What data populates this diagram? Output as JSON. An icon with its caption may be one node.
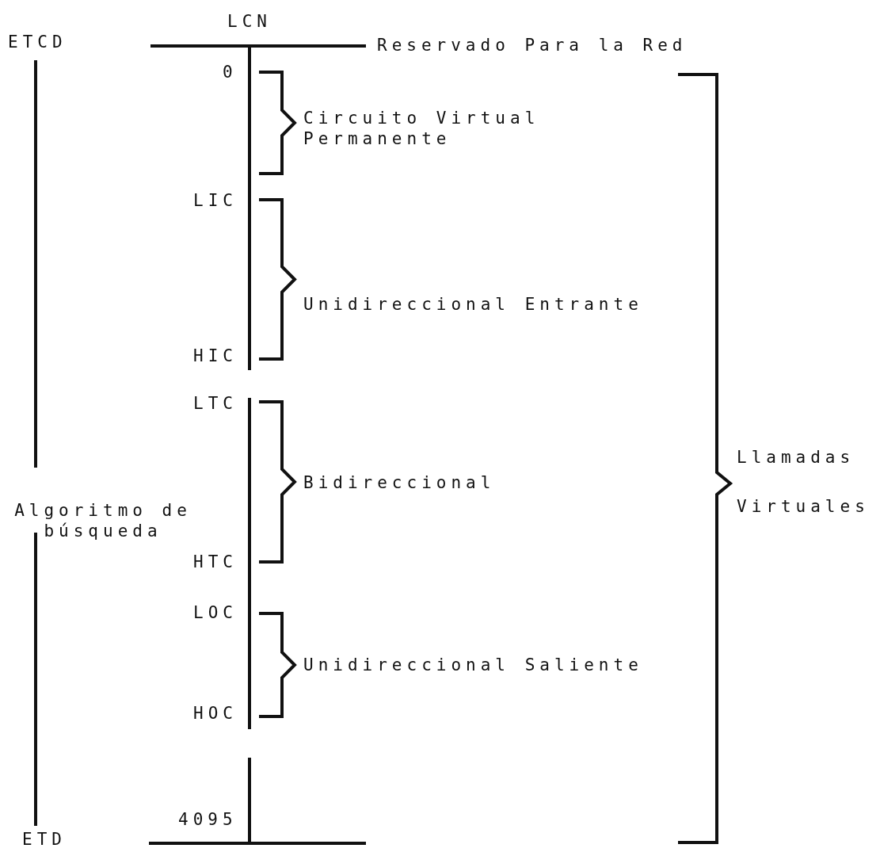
{
  "diagram": {
    "labels": [
      "LCN",
      "ETCD",
      "Reservado Para la Red",
      "0",
      "Circuito Virtual Permanente",
      "LIC",
      "Unidireccional Entrante",
      "HIC",
      "LTC",
      "Llamadas Virtuales",
      "Bidireccional",
      "Algoritmo de búsqueda",
      "HTC",
      "LOC",
      "Unidireccional Saliente",
      "HOC",
      "4095",
      "ETD"
    ]
  }
}
